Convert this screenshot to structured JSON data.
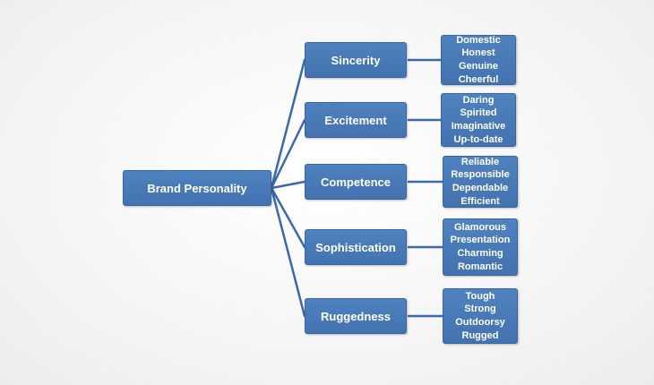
{
  "root": {
    "label": "Brand Personality"
  },
  "dimensions": [
    {
      "label": "Sincerity",
      "traits": [
        "Domestic",
        "Honest",
        "Genuine",
        "Cheerful"
      ]
    },
    {
      "label": "Excitement",
      "traits": [
        "Daring",
        "Spirited",
        "Imaginative",
        "Up-to-date"
      ]
    },
    {
      "label": "Competence",
      "traits": [
        "Reliable",
        "Responsible",
        "Dependable",
        "Efficient"
      ]
    },
    {
      "label": "Sophistication",
      "traits": [
        "Glamorous",
        "Presentation",
        "Charming",
        "Romantic"
      ]
    },
    {
      "label": "Ruggedness",
      "traits": [
        "Tough",
        "Strong",
        "Outdoorsy",
        "Rugged"
      ]
    }
  ],
  "colors": {
    "box_fill": "#4a7ab8",
    "box_border": "#3a659f",
    "connector": "#3a6aab",
    "text": "#ffffff"
  }
}
